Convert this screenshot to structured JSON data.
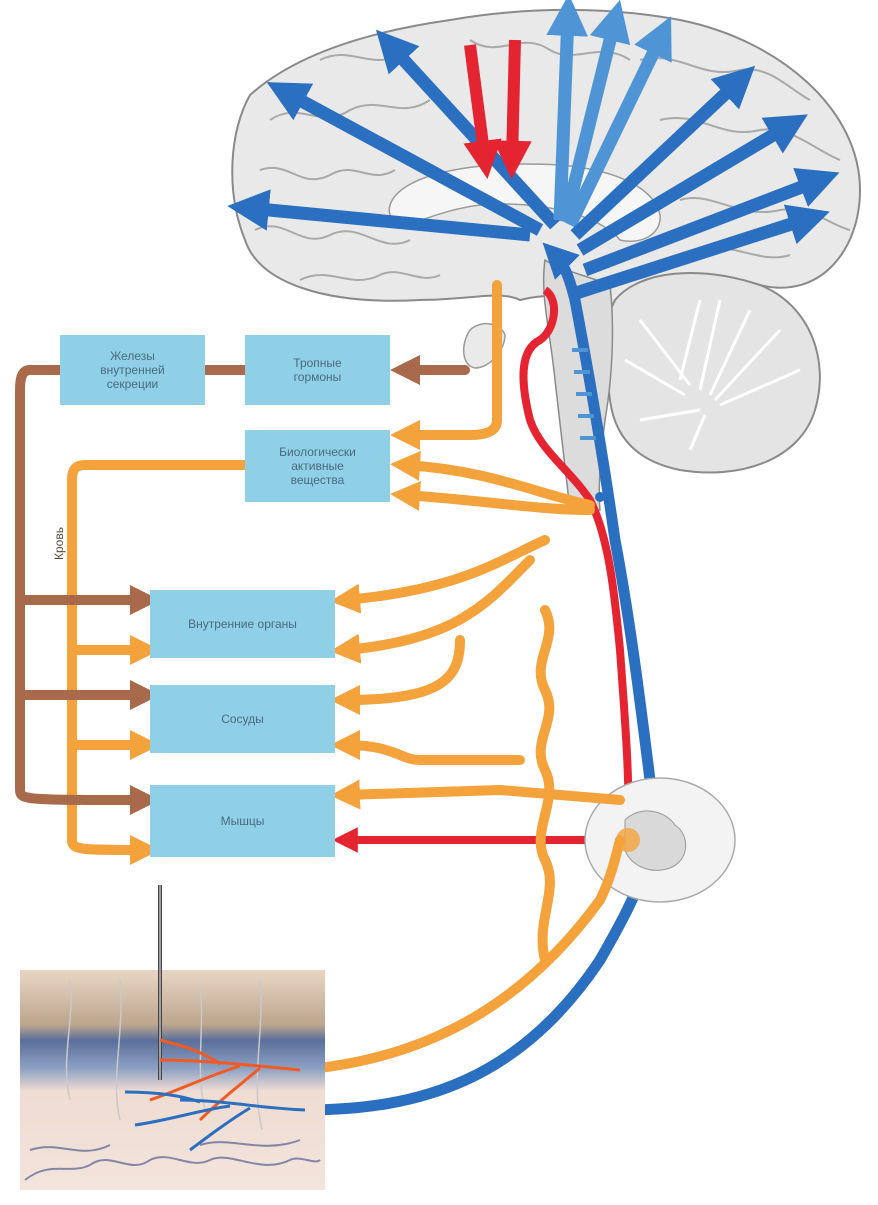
{
  "boxes": {
    "glands": "Железы\nвнутренней\nсекреции",
    "tropic": "Тропные\nгормоны",
    "bio": "Биологически\nактивные\nвещества",
    "organs": "Внутренние органы",
    "vessels": "Сосуды",
    "muscles": "Мышцы"
  },
  "side_label": "Кровь",
  "colors": {
    "box_fill": "#8fd0e6",
    "blue_arrow": "#2a6fc0",
    "red_arrow": "#e52432",
    "orange_arrow": "#f4a23b",
    "brown_arrow": "#a86a4a",
    "brain_fill": "#e9e9e9"
  }
}
